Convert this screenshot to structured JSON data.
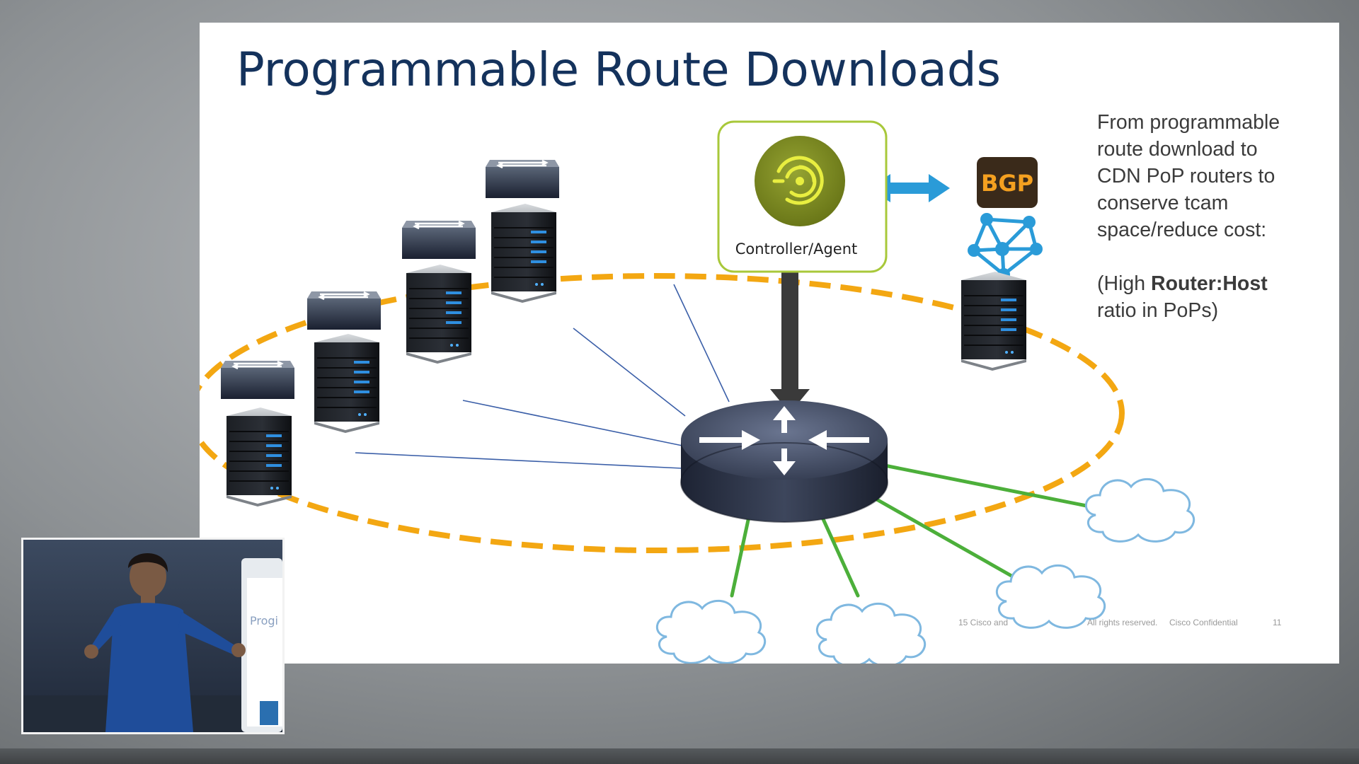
{
  "slide": {
    "title": "Programmable Route Downloads",
    "side_text": {
      "line1": "From programmable",
      "line2": "route download to",
      "line3": "CDN PoP routers to",
      "line4": "conserve tcam",
      "line5": "space/reduce cost:",
      "ratio_prefix": "(High ",
      "ratio_bold": "Router:Host",
      "ratio_line2": "ratio in PoPs)"
    },
    "controller_label": "Controller/Agent",
    "bgp_label": "BGP",
    "footer": {
      "copyright_a": "15  Cisco and",
      "copyright_b": "All rights reserved.",
      "confidential": "Cisco Confidential",
      "page_number": "11"
    }
  },
  "video_overlay": {
    "background_slide_text": "Progi"
  },
  "colors": {
    "title": "#14325c",
    "ring": "#f3a712",
    "controller_border": "#a8c83a",
    "controller_icon": "#7d8a1f",
    "bgp_badge": "#3a2a1a",
    "bgp_text": "#f4a020",
    "arrow_blue": "#2a9bd8",
    "cloud_links": "#4caf3a",
    "server_links": "#3b5fa8",
    "cloud_stroke": "#7fb8e0"
  },
  "icons": [
    "controller-agent-icon",
    "bgp-icon",
    "topology-mesh-icon",
    "router-icon",
    "switch-icon",
    "server-icon",
    "cloud-icon"
  ]
}
